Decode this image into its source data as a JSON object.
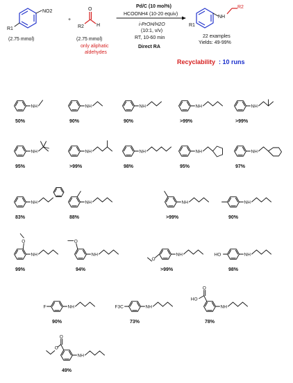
{
  "header": {
    "nitroarene_label": "NO2",
    "nitroarene_sub": "R1",
    "nitroarene_amount": "(2.75 mmol)",
    "plus": "+",
    "aldehyde_r": "R2",
    "aldehyde_o": "O",
    "aldehyde_h": "H",
    "aldehyde_amount": "(2.75 mmol)",
    "aldehyde_note_line1": "only aliphatic",
    "aldehyde_note_line2": "aldehydes",
    "catalyst": "Pd/C (10 mol%)",
    "reductant": "HCOONH4 (10-20 equiv)",
    "solvent": "i-PrOH/H2O",
    "ratio": "(10:1, v/v)",
    "conditions": "RT, 10-60 min",
    "method": "Direct RA",
    "product_r1": "R1",
    "product_nh": "NH",
    "product_r2": "R2",
    "examples": "22 examples",
    "yields": "Yields: 49-99%",
    "recyclability_label": "Recyclability",
    "recyclability_value": ": 10 runs"
  },
  "compounds": [
    {
      "id": "c1",
      "yield": "50%"
    },
    {
      "id": "c2",
      "yield": "90%"
    },
    {
      "id": "c3",
      "yield": "90%"
    },
    {
      "id": "c4",
      "yield": ">99%"
    },
    {
      "id": "c5",
      "yield": ">99%"
    },
    {
      "id": "c6",
      "yield": "95%"
    },
    {
      "id": "c7",
      "yield": ">99%"
    },
    {
      "id": "c8",
      "yield": "98%"
    },
    {
      "id": "c9",
      "yield": "95%"
    },
    {
      "id": "c10",
      "yield": "97%"
    },
    {
      "id": "c11",
      "yield": "83%"
    },
    {
      "id": "c12",
      "yield": "88%"
    },
    {
      "id": "c13",
      "yield": ">99%"
    },
    {
      "id": "c14",
      "yield": "90%"
    },
    {
      "id": "c15",
      "yield": "99%"
    },
    {
      "id": "c16",
      "yield": "94%"
    },
    {
      "id": "c17",
      "yield": ">99%"
    },
    {
      "id": "c18",
      "yield": "98%"
    },
    {
      "id": "c19",
      "yield": "90%"
    },
    {
      "id": "c20",
      "yield": "73%"
    },
    {
      "id": "c21",
      "yield": "78%"
    },
    {
      "id": "c22",
      "yield": "49%"
    }
  ],
  "substituents": {
    "methoxy": "O",
    "hydroxy": "HO",
    "fluoro": "F",
    "cf3": "F3C",
    "acid_o": "O",
    "acid_ho": "HO",
    "ester_o": "O",
    "ester_o2": "O",
    "nh": "NH"
  },
  "colors": {
    "ring_highlight": "#2233cc",
    "aldehyde_highlight": "#d62020",
    "note": "#d62020",
    "recyclability": "#d62020",
    "runs": "#1a2fcc"
  }
}
